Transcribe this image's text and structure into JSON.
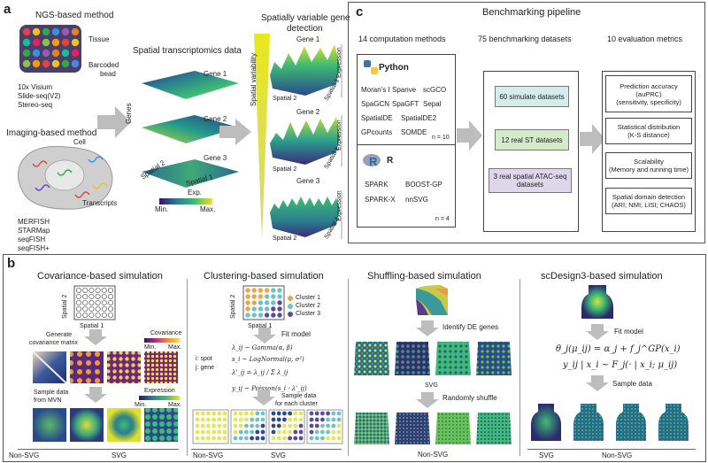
{
  "panel_a": {
    "letter": "a",
    "ngs_title": "NGS-based method",
    "tissue_label": "Tissue",
    "barcoded_label": "Barcoded",
    "bead_label": "bead",
    "ngs_methods": [
      "10x Visium",
      "Slide-seq(V2)",
      "Stereo-seq"
    ],
    "imaging_title": "Imaging-based method",
    "cell_label": "Cell",
    "transcripts_label": "Transcripts",
    "imaging_methods": [
      "MERFISH",
      "STARMap",
      "seqFISH",
      "seqFISH+"
    ],
    "st_data_title": "Spatial transcriptomics data",
    "genes_axis": "Genes",
    "gene1": "Gene 1",
    "gene2": "Gene 2",
    "gene3": "Gene 3",
    "spatial1": "Spatial 1",
    "spatial2": "Spatial 2",
    "exp_label": "Exp.",
    "min_label": "Min.",
    "max_label": "Max.",
    "svg_title_line1": "Spatially variable gene",
    "svg_title_line2": "detection",
    "spatial_variability": "Spatial variability",
    "expression": "Expression"
  },
  "panel_c": {
    "letter": "c",
    "title": "Benchmarking pipeline",
    "col1_title": "14 computation methods",
    "col2_title": "75 benchmarking datasets",
    "col3_title": "10 evaluation metrics",
    "python_label": "Python",
    "python_methods": [
      "Moran's I",
      "Spanve",
      "scGCO",
      "SpaGCN",
      "SpaGFT",
      "Sepal",
      "SpatialDE",
      "SpatialDE2",
      "",
      "GPcounts",
      "SOMDE",
      ""
    ],
    "python_n": "n = 10",
    "r_label": "R",
    "r_methods": [
      "SPARK",
      "BOOST-GP",
      "SPARK-X",
      "nnSVG"
    ],
    "r_n": "n = 4",
    "datasets": [
      {
        "label": "60 simulate datasets",
        "color": "#d5ecec"
      },
      {
        "label": "12 real ST datasets",
        "color": "#d2ecc9"
      },
      {
        "label": "3 real spatial ATAC-seq datasets",
        "color": "#ded6ea"
      }
    ],
    "metrics": [
      [
        "Prediction accuracy",
        "(auPRC)",
        "(sensitivity, specificity)"
      ],
      [
        "Statistical distribution",
        "(K-S distance)"
      ],
      [
        "Scalability",
        "(Memory and running time)"
      ],
      [
        "Spatial domain detection",
        "(ARI; NMI; LISI; CHAOS)"
      ]
    ]
  },
  "panel_b": {
    "letter": "b",
    "cov_title": "Covariance-based simulation",
    "cov_spatial2": "Spatial 2",
    "cov_spatial1": "Spatial 1",
    "generate_line1": "Generate",
    "generate_line2": "covariance matrix",
    "covariance_label": "Covariance",
    "expression_label": "Expression",
    "min_label": "Min.",
    "max_label": "Max.",
    "sample_line1": "Sample data",
    "sample_line2": "from MVN",
    "non_svg": "Non-SVG",
    "svg": "SVG",
    "clu_title": "Clustering-based simulation",
    "clusters": [
      {
        "label": "Cluster 1",
        "color": "#e8a54a"
      },
      {
        "label": "Cluster 2",
        "color": "#6fc3c4"
      },
      {
        "label": "Cluster 3",
        "color": "#5d4a9a"
      }
    ],
    "fit_model": "Fit model",
    "i_spot": "i: spot",
    "j_gene": "j: gene",
    "eq1": "λ_ij ~ Gamma(α, β)",
    "eq2": "s_i ~ LogNormal(μ, σ²)",
    "eq3": "λ'_ij = λ_ij / Σ λ_ij",
    "eq4": "y_ij ~ Poisson(s_i · λ'_ij)",
    "sample_each_line1": "Sample data",
    "sample_each_line2": "for each cluster",
    "shuf_title": "Shuffling-based simulation",
    "identify_de": "Identify DE genes",
    "randomly_shuffle": "Randomly shuffle",
    "sc_title": "scDesign3-based simulation",
    "sc_fit_model": "Fit model",
    "sc_eq1": "θ_j(μ_ij) = α_j + f_j^GP(x_i)",
    "sc_eq2": "y_ij | x_i ~ F_j(· | x_i; μ_ij)",
    "sc_sample": "Sample data"
  }
}
